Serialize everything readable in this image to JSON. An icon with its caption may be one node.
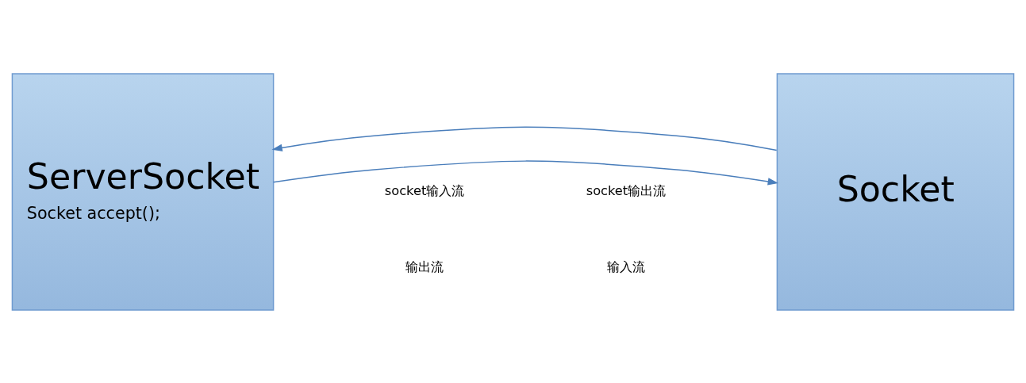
{
  "diagram": {
    "nodes": [
      {
        "text": [
          "ServerSocket",
          "Socket accept();"
        ]
      },
      {
        "text": [
          "Socket"
        ]
      }
    ],
    "edges": [
      {
        "from": 1,
        "to": 0,
        "arrow": "to"
      },
      {
        "from": 0,
        "to": 1,
        "arrow": "to"
      }
    ],
    "labels": [
      "socket输入流",
      "socket输出流",
      "输出流",
      "输入流"
    ]
  }
}
